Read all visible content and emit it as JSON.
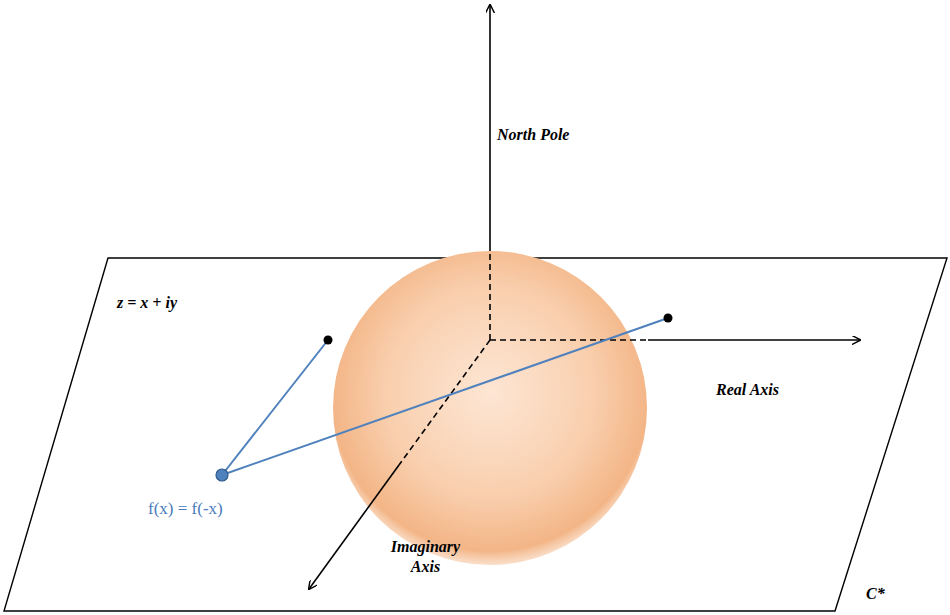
{
  "diagram": {
    "labels": [
      "North Pole",
      "z = x + iy",
      "Real Axis",
      "f(x) = f(-x)",
      "Imaginary Axis",
      "C*"
    ]
  }
}
